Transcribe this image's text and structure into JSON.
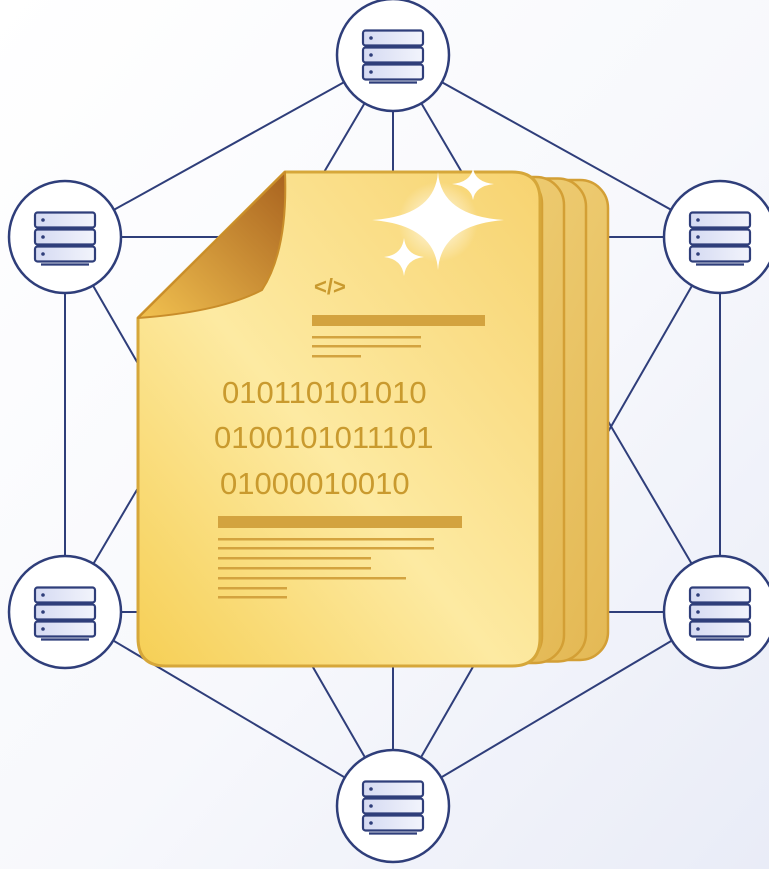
{
  "colors": {
    "background_top": "#ffffff",
    "background_bottom": "#eef0f8",
    "network_line": "#2f3e7a",
    "node_fill": "#ffffff",
    "server_fill": "#dfe3f6",
    "server_stroke": "#2f3e7a",
    "doc_gold_light": "#fdeea8",
    "doc_gold": "#f5cf5a",
    "doc_gold_dark": "#d7a83a",
    "doc_text": "#c99a2e",
    "sparkle": "#ffffff"
  },
  "network": {
    "nodes": [
      {
        "id": "top",
        "icon": "server-stack-icon"
      },
      {
        "id": "upper-left",
        "icon": "server-stack-icon"
      },
      {
        "id": "upper-right",
        "icon": "server-stack-icon"
      },
      {
        "id": "lower-left",
        "icon": "server-stack-icon"
      },
      {
        "id": "lower-right",
        "icon": "server-stack-icon"
      },
      {
        "id": "bottom",
        "icon": "server-stack-icon"
      }
    ]
  },
  "document": {
    "code_tag": "</>",
    "binary_lines": [
      "010110101010",
      "0100101011101",
      "01000010010"
    ],
    "stack_count": 4,
    "sparkle_icon": "sparkle-icon"
  }
}
